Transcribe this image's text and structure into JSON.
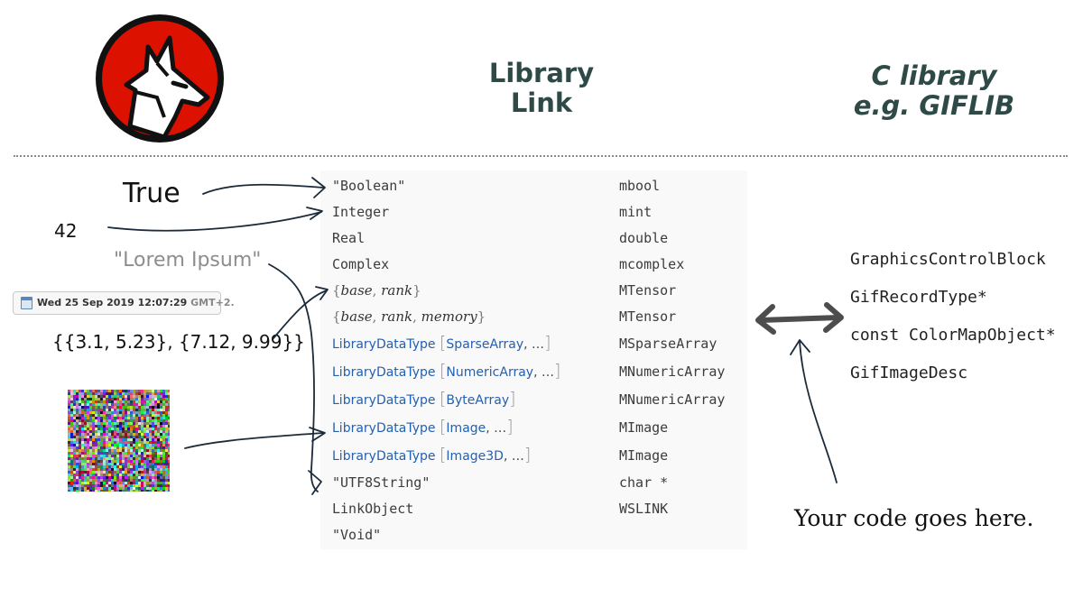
{
  "header": {
    "middle_line1": "Library",
    "middle_line2": "Link",
    "right_line1": "C library",
    "right_line2": "e.g. GIFLIB"
  },
  "left": {
    "true_label": "True",
    "int_label": "42",
    "string_label": "\"Lorem Ipsum\"",
    "date_text": "Wed 25 Sep 2019 12:07:29",
    "date_tz": "GMT+2.",
    "list_label": "{{3.1, 5.23}, {7.12, 9.99}}"
  },
  "table": {
    "rows": [
      {
        "wl": "\"Boolean\"",
        "c": "mbool"
      },
      {
        "wl": "Integer",
        "c": "mint"
      },
      {
        "wl": "Real",
        "c": "double"
      },
      {
        "wl": "Complex",
        "c": "mcomplex"
      },
      {
        "wl_open": "{",
        "wl_a": "base",
        "wl_sep": ",",
        "wl_b": "rank",
        "wl_close": "}",
        "c": "MTensor"
      },
      {
        "wl_open": "{",
        "wl_a": "base",
        "wl_sep": ",",
        "wl_b": "rank",
        "wl_sep2": ",",
        "wl_c": "memory",
        "wl_close": "}",
        "c": "MTensor"
      },
      {
        "fn": "LibraryDataType",
        "arg": "SparseArray",
        "tail": ", …",
        "c": "MSparseArray"
      },
      {
        "fn": "LibraryDataType",
        "arg": "NumericArray",
        "tail": ", …",
        "c": "MNumericArray"
      },
      {
        "fn": "LibraryDataType",
        "arg": "ByteArray",
        "tail": "",
        "c": "MNumericArray"
      },
      {
        "fn": "LibraryDataType",
        "arg": "Image",
        "tail": ", …",
        "c": "MImage"
      },
      {
        "fn": "LibraryDataType",
        "arg": "Image3D",
        "tail": ", …",
        "c": "MImage"
      },
      {
        "wl": "\"UTF8String\"",
        "c": "char *"
      },
      {
        "wl": "LinkObject",
        "c": "WSLINK"
      },
      {
        "wl": "\"Void\"",
        "c": ""
      }
    ]
  },
  "right": {
    "types": [
      "GraphicsControlBlock",
      "GifRecordType*",
      "const ColorMapObject*",
      "GifImageDesc"
    ],
    "hint": "Your code goes here."
  },
  "colors": {
    "heading": "#2e4a47",
    "logo_red": "#dd1100",
    "link_blue": "#2560b0",
    "ink": "#1c2b3a"
  }
}
